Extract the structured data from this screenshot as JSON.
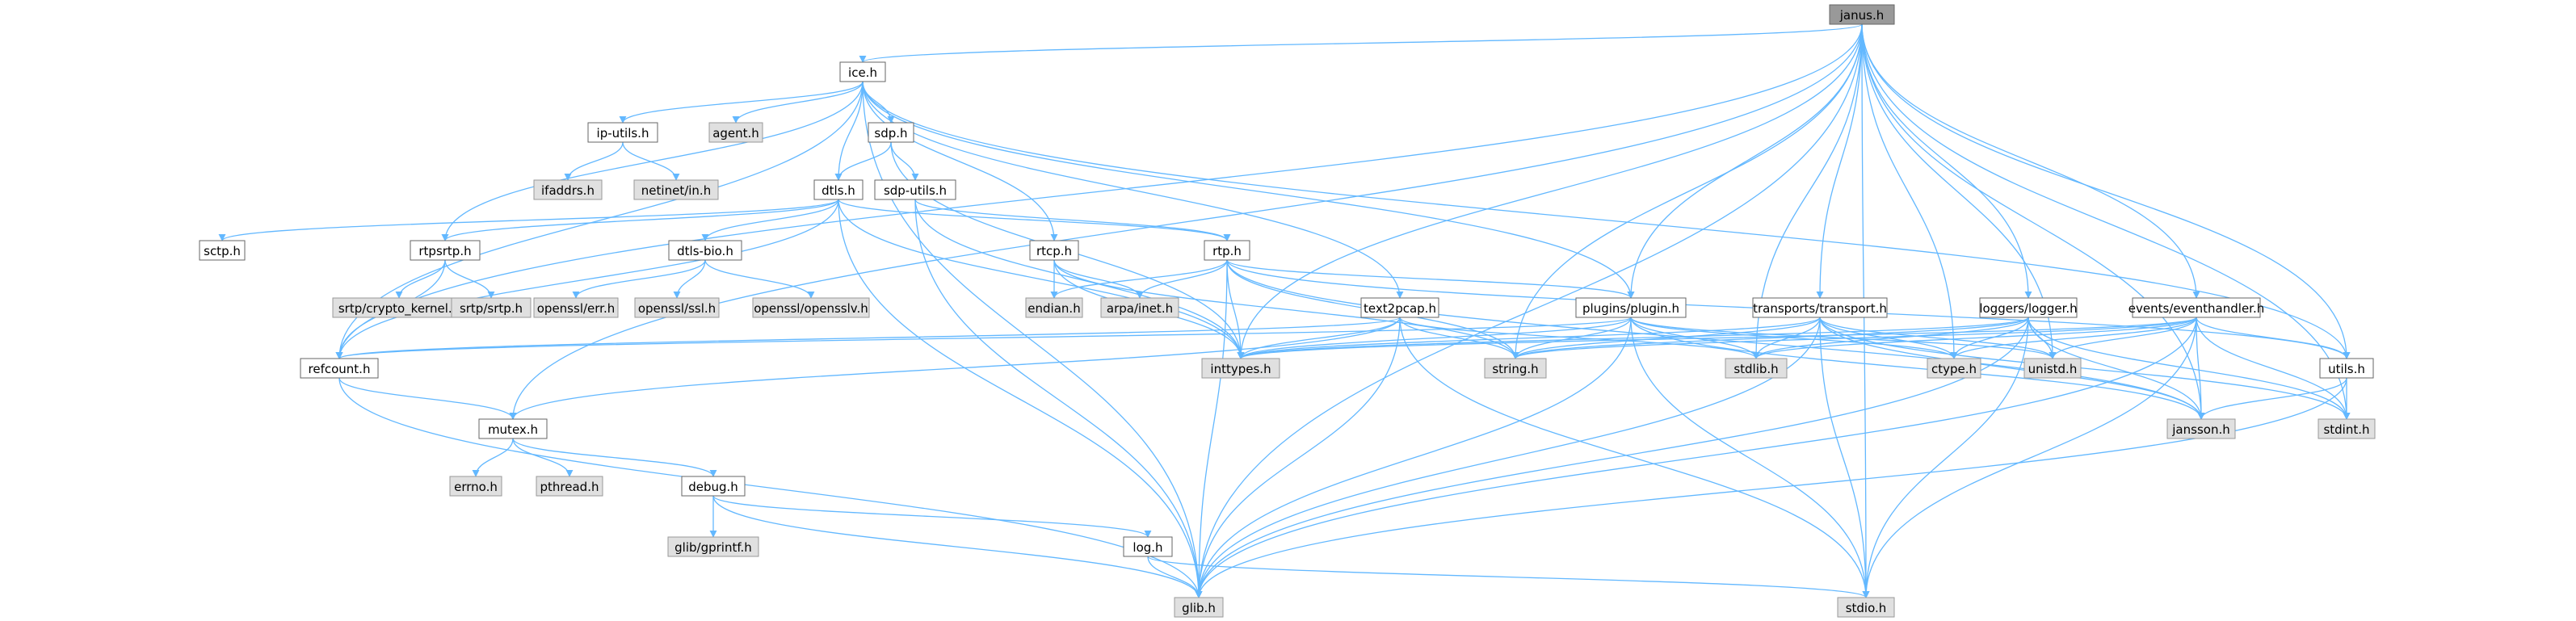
{
  "graph": {
    "colors": {
      "edge": "#63b8ff",
      "focus_fill": "#999999",
      "focus_border": "#666666",
      "documented_fill": "#ffffff",
      "documented_border": "#666666",
      "external_fill": "#e0e0e0",
      "external_border": "#999999"
    },
    "nodes": [
      {
        "id": "janus",
        "label": "janus.h",
        "kind": "focus"
      },
      {
        "id": "ice",
        "label": "ice.h",
        "kind": "documented"
      },
      {
        "id": "iputils",
        "label": "ip-utils.h",
        "kind": "documented"
      },
      {
        "id": "agent",
        "label": "agent.h",
        "kind": "external"
      },
      {
        "id": "sdp",
        "label": "sdp.h",
        "kind": "documented"
      },
      {
        "id": "ifaddrs",
        "label": "ifaddrs.h",
        "kind": "external"
      },
      {
        "id": "netinet",
        "label": "netinet/in.h",
        "kind": "external"
      },
      {
        "id": "sdputils",
        "label": "sdp-utils.h",
        "kind": "documented"
      },
      {
        "id": "dtls",
        "label": "dtls.h",
        "kind": "documented"
      },
      {
        "id": "sctp",
        "label": "sctp.h",
        "kind": "documented"
      },
      {
        "id": "rtpsrtp",
        "label": "rtpsrtp.h",
        "kind": "documented"
      },
      {
        "id": "dtlsbio",
        "label": "dtls-bio.h",
        "kind": "documented"
      },
      {
        "id": "rtcp",
        "label": "rtcp.h",
        "kind": "documented"
      },
      {
        "id": "rtp",
        "label": "rtp.h",
        "kind": "documented"
      },
      {
        "id": "srtpkernel",
        "label": "srtp/crypto_kernel.h",
        "kind": "external"
      },
      {
        "id": "srtpsrtp",
        "label": "srtp/srtp.h",
        "kind": "external"
      },
      {
        "id": "opensslerr",
        "label": "openssl/err.h",
        "kind": "external"
      },
      {
        "id": "opensslssl",
        "label": "openssl/ssl.h",
        "kind": "external"
      },
      {
        "id": "opensslv",
        "label": "openssl/opensslv.h",
        "kind": "external"
      },
      {
        "id": "endian",
        "label": "endian.h",
        "kind": "external"
      },
      {
        "id": "arpainet",
        "label": "arpa/inet.h",
        "kind": "external"
      },
      {
        "id": "text2pcap",
        "label": "text2pcap.h",
        "kind": "documented"
      },
      {
        "id": "plugin",
        "label": "plugins/plugin.h",
        "kind": "documented"
      },
      {
        "id": "transport",
        "label": "transports/transport.h",
        "kind": "documented"
      },
      {
        "id": "logger",
        "label": "loggers/logger.h",
        "kind": "documented"
      },
      {
        "id": "eventhandler",
        "label": "events/eventhandler.h",
        "kind": "documented"
      },
      {
        "id": "refcount",
        "label": "refcount.h",
        "kind": "documented"
      },
      {
        "id": "inttypes",
        "label": "inttypes.h",
        "kind": "external"
      },
      {
        "id": "string",
        "label": "string.h",
        "kind": "external"
      },
      {
        "id": "stdlib",
        "label": "stdlib.h",
        "kind": "external"
      },
      {
        "id": "ctype",
        "label": "ctype.h",
        "kind": "external"
      },
      {
        "id": "unistd",
        "label": "unistd.h",
        "kind": "external"
      },
      {
        "id": "utils",
        "label": "utils.h",
        "kind": "documented"
      },
      {
        "id": "jansson",
        "label": "jansson.h",
        "kind": "external"
      },
      {
        "id": "stdint",
        "label": "stdint.h",
        "kind": "external"
      },
      {
        "id": "mutex",
        "label": "mutex.h",
        "kind": "documented"
      },
      {
        "id": "errno",
        "label": "errno.h",
        "kind": "external"
      },
      {
        "id": "pthread",
        "label": "pthread.h",
        "kind": "external"
      },
      {
        "id": "debug",
        "label": "debug.h",
        "kind": "documented"
      },
      {
        "id": "gprintf",
        "label": "glib/gprintf.h",
        "kind": "external"
      },
      {
        "id": "log",
        "label": "log.h",
        "kind": "documented"
      },
      {
        "id": "glib",
        "label": "glib.h",
        "kind": "external"
      },
      {
        "id": "stdio",
        "label": "stdio.h",
        "kind": "external"
      }
    ],
    "edges": [
      [
        "janus",
        "ice"
      ],
      [
        "janus",
        "refcount"
      ],
      [
        "janus",
        "mutex"
      ],
      [
        "janus",
        "glib"
      ],
      [
        "janus",
        "inttypes"
      ],
      [
        "janus",
        "string"
      ],
      [
        "janus",
        "plugin"
      ],
      [
        "janus",
        "transport"
      ],
      [
        "janus",
        "stdlib"
      ],
      [
        "janus",
        "ctype"
      ],
      [
        "janus",
        "unistd"
      ],
      [
        "janus",
        "logger"
      ],
      [
        "janus",
        "eventhandler"
      ],
      [
        "janus",
        "utils"
      ],
      [
        "janus",
        "jansson"
      ],
      [
        "janus",
        "stdint"
      ],
      [
        "janus",
        "stdio"
      ],
      [
        "ice",
        "iputils"
      ],
      [
        "ice",
        "agent"
      ],
      [
        "ice",
        "sdp"
      ],
      [
        "ice",
        "dtls"
      ],
      [
        "ice",
        "rtcp"
      ],
      [
        "ice",
        "text2pcap"
      ],
      [
        "ice",
        "plugin"
      ],
      [
        "ice",
        "utils"
      ],
      [
        "ice",
        "refcount"
      ],
      [
        "ice",
        "glib"
      ],
      [
        "ice",
        "rtpsrtp"
      ],
      [
        "iputils",
        "ifaddrs"
      ],
      [
        "iputils",
        "netinet"
      ],
      [
        "sdp",
        "sdputils"
      ],
      [
        "sdp",
        "dtls"
      ],
      [
        "sdp",
        "inttypes"
      ],
      [
        "sdputils",
        "rtp"
      ],
      [
        "sdputils",
        "glib"
      ],
      [
        "sdputils",
        "inttypes"
      ],
      [
        "dtls",
        "sctp"
      ],
      [
        "dtls",
        "rtpsrtp"
      ],
      [
        "dtls",
        "dtlsbio"
      ],
      [
        "dtls",
        "rtp"
      ],
      [
        "dtls",
        "refcount"
      ],
      [
        "dtls",
        "inttypes"
      ],
      [
        "dtls",
        "glib"
      ],
      [
        "rtpsrtp",
        "srtpkernel"
      ],
      [
        "rtpsrtp",
        "srtpsrtp"
      ],
      [
        "rtpsrtp",
        "refcount"
      ],
      [
        "dtlsbio",
        "opensslerr"
      ],
      [
        "dtlsbio",
        "opensslssl"
      ],
      [
        "dtlsbio",
        "opensslv"
      ],
      [
        "rtcp",
        "endian"
      ],
      [
        "rtcp",
        "arpainet"
      ],
      [
        "rtcp",
        "inttypes"
      ],
      [
        "rtcp",
        "string"
      ],
      [
        "rtp",
        "endian"
      ],
      [
        "rtp",
        "arpainet"
      ],
      [
        "rtp",
        "inttypes"
      ],
      [
        "rtp",
        "string"
      ],
      [
        "rtp",
        "glib"
      ],
      [
        "rtp",
        "plugin"
      ],
      [
        "rtp",
        "utils"
      ],
      [
        "rtp",
        "jansson"
      ],
      [
        "text2pcap",
        "inttypes"
      ],
      [
        "text2pcap",
        "string"
      ],
      [
        "text2pcap",
        "stdlib"
      ],
      [
        "text2pcap",
        "glib"
      ],
      [
        "text2pcap",
        "stdio"
      ],
      [
        "text2pcap",
        "mutex"
      ],
      [
        "text2pcap",
        "refcount"
      ],
      [
        "plugin",
        "inttypes"
      ],
      [
        "plugin",
        "string"
      ],
      [
        "plugin",
        "stdlib"
      ],
      [
        "plugin",
        "ctype"
      ],
      [
        "plugin",
        "unistd"
      ],
      [
        "plugin",
        "jansson"
      ],
      [
        "plugin",
        "glib"
      ],
      [
        "plugin",
        "stdio"
      ],
      [
        "plugin",
        "refcount"
      ],
      [
        "transport",
        "inttypes"
      ],
      [
        "transport",
        "string"
      ],
      [
        "transport",
        "stdlib"
      ],
      [
        "transport",
        "ctype"
      ],
      [
        "transport",
        "unistd"
      ],
      [
        "transport",
        "jansson"
      ],
      [
        "transport",
        "glib"
      ],
      [
        "transport",
        "stdio"
      ],
      [
        "transport",
        "stdint"
      ],
      [
        "logger",
        "inttypes"
      ],
      [
        "logger",
        "string"
      ],
      [
        "logger",
        "stdlib"
      ],
      [
        "logger",
        "ctype"
      ],
      [
        "logger",
        "unistd"
      ],
      [
        "logger",
        "jansson"
      ],
      [
        "logger",
        "glib"
      ],
      [
        "logger",
        "stdio"
      ],
      [
        "logger",
        "stdint"
      ],
      [
        "eventhandler",
        "inttypes"
      ],
      [
        "eventhandler",
        "string"
      ],
      [
        "eventhandler",
        "stdlib"
      ],
      [
        "eventhandler",
        "ctype"
      ],
      [
        "eventhandler",
        "unistd"
      ],
      [
        "eventhandler",
        "jansson"
      ],
      [
        "eventhandler",
        "utils"
      ],
      [
        "eventhandler",
        "glib"
      ],
      [
        "eventhandler",
        "stdio"
      ],
      [
        "eventhandler",
        "stdint"
      ],
      [
        "utils",
        "jansson"
      ],
      [
        "utils",
        "stdint"
      ],
      [
        "utils",
        "glib"
      ],
      [
        "refcount",
        "mutex"
      ],
      [
        "refcount",
        "glib"
      ],
      [
        "mutex",
        "errno"
      ],
      [
        "mutex",
        "pthread"
      ],
      [
        "mutex",
        "debug"
      ],
      [
        "debug",
        "gprintf"
      ],
      [
        "debug",
        "glib"
      ],
      [
        "debug",
        "log"
      ],
      [
        "log",
        "glib"
      ],
      [
        "log",
        "stdio"
      ]
    ]
  }
}
